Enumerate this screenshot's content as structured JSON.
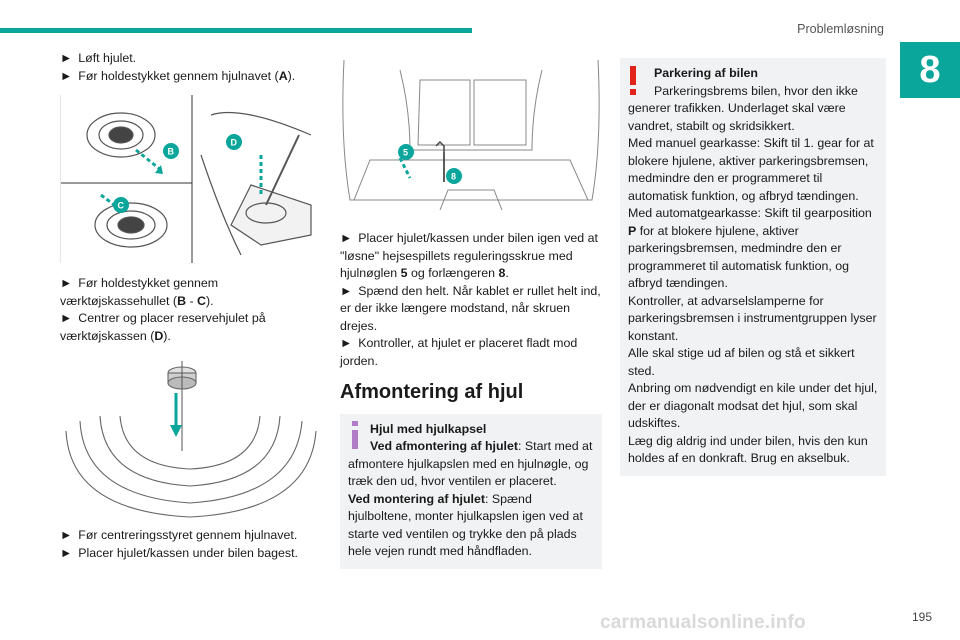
{
  "header": {
    "section": "Problemløsning",
    "chapter": "8"
  },
  "col1": {
    "bullets_top": [
      "Løft hjulet.",
      "Før holdestykket gennem hjulnavet (",
      "A",
      ")."
    ],
    "fig1_labels": {
      "b": "B",
      "c": "C",
      "d": "D"
    },
    "bullet_b1": "Før holdestykket gennem værktøjskassehullet (",
    "bullet_b1_k1": "B",
    "bullet_b1_sep": " - ",
    "bullet_b1_k2": "C",
    "bullet_b1_end": ").",
    "bullet_b2": "Centrer og placer reservehjulet på værktøjskassen (",
    "bullet_b2_k": "D",
    "bullet_b2_end": ").",
    "bullet_c1": "Før centreringsstyret gennem hjulnavet.",
    "bullet_c2": "Placer hjulet/kassen under bilen bagest."
  },
  "col2": {
    "fig_labels": {
      "five": "5",
      "eight": "8"
    },
    "b1": "Placer hjulet/kassen under bilen igen ved at \"løsne\" hejsespillets reguleringsskrue med hjulnøglen ",
    "b1_k1": "5",
    "b1_mid": " og forlængeren ",
    "b1_k2": "8",
    "b1_end": ".",
    "b2": "Spænd den helt. Når kablet er rullet helt ind, er der ikke længere modstand, når skruen drejes.",
    "b3": "Kontroller, at hjulet er placeret fladt mod jorden.",
    "heading": "Afmontering af hjul",
    "note_title": "Hjul med hjulkapsel",
    "note_l1_b": "Ved afmontering af hjulet",
    "note_l1": ": Start med at afmontere hjulkapslen med en hjulnøgle, og træk den ud, hvor ventilen er placeret.",
    "note_l2_b": "Ved montering af hjulet",
    "note_l2": ": Spænd hjulboltene, monter hjulkapslen igen ved at starte ved ventilen og trykke den på plads hele vejen rundt med håndfladen."
  },
  "col3": {
    "title": "Parkering af bilen",
    "p1": "Parkeringsbrems bilen, hvor den ikke generer trafikken. Underlaget skal være vandret, stabilt og skridsikkert.",
    "p2": "Med manuel gearkasse: Skift til 1. gear for at blokere hjulene, aktiver parkeringsbremsen, medmindre den er programmeret til automatisk funktion, og afbryd tændingen.",
    "p3a": "Med automatgearkasse: Skift til gearposition ",
    "p3k": "P",
    "p3b": " for at blokere hjulene, aktiver parkeringsbremsen, medmindre den er programmeret til automatisk funktion, og afbryd tændingen.",
    "p4": "Kontroller, at advarselslamperne for parkeringsbremsen i instrumentgruppen lyser konstant.",
    "p5": "Alle skal stige ud af bilen og stå et sikkert sted.",
    "p6": "Anbring om nødvendigt en kile under det hjul, der er diagonalt modsat det hjul, som skal udskiftes.",
    "p7": "Læg dig aldrig ind under bilen, hvis den kun holdes af en donkraft. Brug en akselbuk."
  },
  "footer": {
    "page": "195",
    "watermark": "carmanualsonline.info"
  },
  "icons": [
    "arrow-bullet-icon",
    "info-icon",
    "warning-icon"
  ],
  "colors": {
    "accent": "#0aa59b",
    "note_bg": "#f0f2f3",
    "warn": "#e2231a",
    "info": "#b07cc6"
  }
}
